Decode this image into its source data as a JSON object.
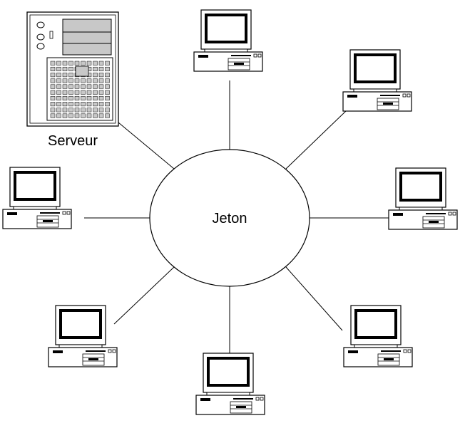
{
  "diagram": {
    "center_label": "Jeton",
    "server_label": "Serveur",
    "nodes": [
      {
        "kind": "server"
      },
      {
        "kind": "workstation"
      },
      {
        "kind": "workstation"
      },
      {
        "kind": "workstation"
      },
      {
        "kind": "workstation"
      },
      {
        "kind": "workstation"
      },
      {
        "kind": "workstation"
      },
      {
        "kind": "workstation"
      }
    ],
    "colors": {
      "line": "#000000",
      "fill": "#ffffff",
      "server_panel": "#c8c8c8"
    }
  }
}
